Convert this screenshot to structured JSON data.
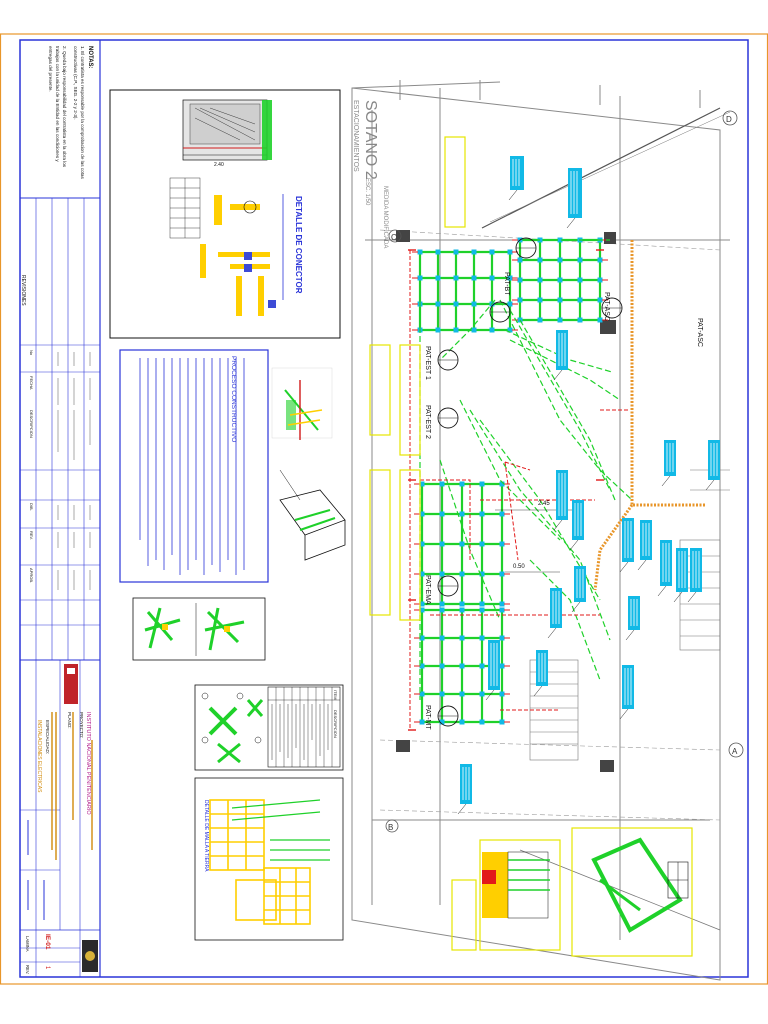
{
  "plan": {
    "level_title": "SOTANO 2",
    "level_subtitle": "ESTACIONAMIENTOS",
    "scale": "ESC. 1/50",
    "grid_labels": [
      "D",
      "C",
      "B",
      "A"
    ],
    "dimensions": [
      "2.45",
      "0.50"
    ],
    "pat_labels": [
      "PAT-BT",
      "PAT-ASC",
      "PAT-ASC",
      "PAT-EST 1",
      "PAT-EST 2",
      "PAT-EMA",
      "PAT-MT"
    ],
    "wall_note": "MEDIDA MODIFICADA"
  },
  "details": {
    "connector_title": "DETALLE DE CONECTOR",
    "process_title": "PROCESO CONSTRUCTIVO",
    "items_header": [
      "ITEM",
      "DESCRIPCION"
    ],
    "mesh_title": "DETALLE DE MALLA A TIERRA"
  },
  "notes": {
    "header": "NOTAS:",
    "lines": [
      "1. El contratista es responsable por la comprobacion de las cotas",
      "   constructivas (C.P., SEG. 2-2 y 2-3).",
      "2. Queda bajo responsabilidad del contratista en la obra los",
      "   trabajos con la unidad de la Entidad en las condiciones y",
      "   entregas del presente."
    ]
  },
  "revisions": {
    "header": "REVISIONES",
    "columns": [
      "No",
      "FECHA",
      "DESCRIPCION",
      "DIB.",
      "REV.",
      "APROB."
    ]
  },
  "title_block": {
    "institution": "INSTITUTO NACIONAL PENITENCIARIO",
    "project_label": "PROYECTO:",
    "plan_label": "PLANO:",
    "specialty_label": "ESPECIALIDAD:",
    "specialty": "INSTALACIONES ELECTRICAS",
    "sheet_label": "LAMINA",
    "sheet_code": "IE-01",
    "revision_label": "REV.",
    "revision": "1"
  },
  "colors": {
    "frame": "#e8962a",
    "border": "#2a34d8",
    "green": "#1fd12a",
    "red": "#e21a1a",
    "cyan": "#11b9e6",
    "yellow": "#e6e600",
    "black": "#1a1a1a"
  }
}
